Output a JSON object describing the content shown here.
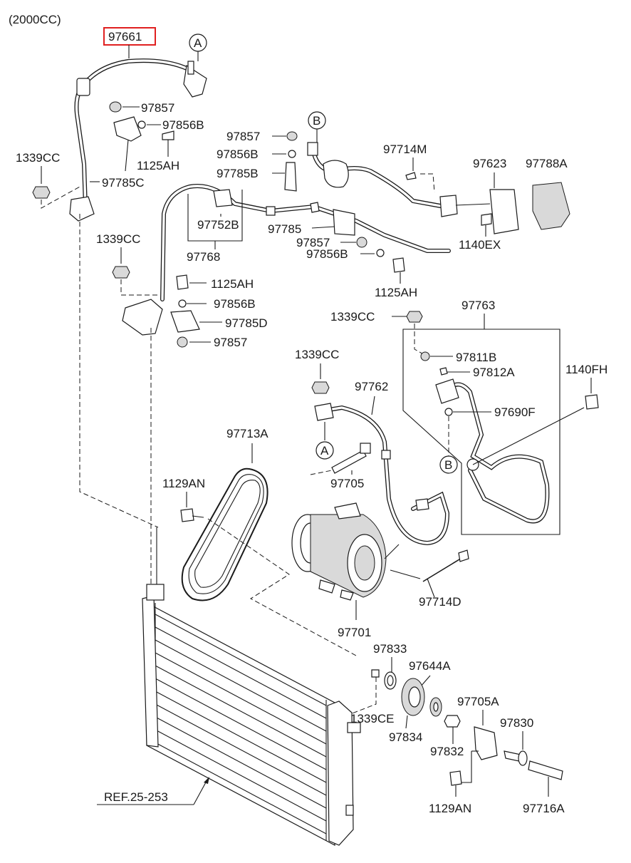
{
  "header": {
    "variant": "(2000CC)"
  },
  "callouts": {
    "A": "A",
    "B": "B"
  },
  "labels": {
    "p97661": "97661",
    "p97857_a": "97857",
    "p97856B_a": "97856B",
    "p1125AH_a": "1125AH",
    "p97785C": "97785C",
    "p1339CC_a": "1339CC",
    "p97857_b": "97857",
    "p97856B_b": "97856B",
    "p97785B": "97785B",
    "p97714M": "97714M",
    "p97623": "97623",
    "p97788A": "97788A",
    "p97752B": "97752B",
    "p97785": "97785",
    "p97768": "97768",
    "p97857_c": "97857",
    "p97856B_c": "97856B",
    "p1140EX": "1140EX",
    "p1339CC_b": "1339CC",
    "p1125AH_b": "1125AH",
    "p97856B_d": "97856B",
    "p97785D": "97785D",
    "p97857_d": "97857",
    "p1125AH_c": "1125AH",
    "p1339CC_c": "1339CC",
    "p97763": "97763",
    "p97811B": "97811B",
    "p97812A": "97812A",
    "p1140FH": "1140FH",
    "p1339CC_d": "1339CC",
    "p97762": "97762",
    "p97690F": "97690F",
    "p97713A": "97713A",
    "p97705": "97705",
    "p1129AN_a": "1129AN",
    "p97714D": "97714D",
    "p97701": "97701",
    "p97833": "97833",
    "p97644A": "97644A",
    "p1339CE": "1339CE",
    "p97834": "97834",
    "p97705A": "97705A",
    "p97830": "97830",
    "p97832": "97832",
    "p1129AN_b": "1129AN",
    "p97716A": "97716A",
    "ref": "REF.25-253"
  },
  "highlight": {
    "part": "97661",
    "color": "#e02020"
  }
}
